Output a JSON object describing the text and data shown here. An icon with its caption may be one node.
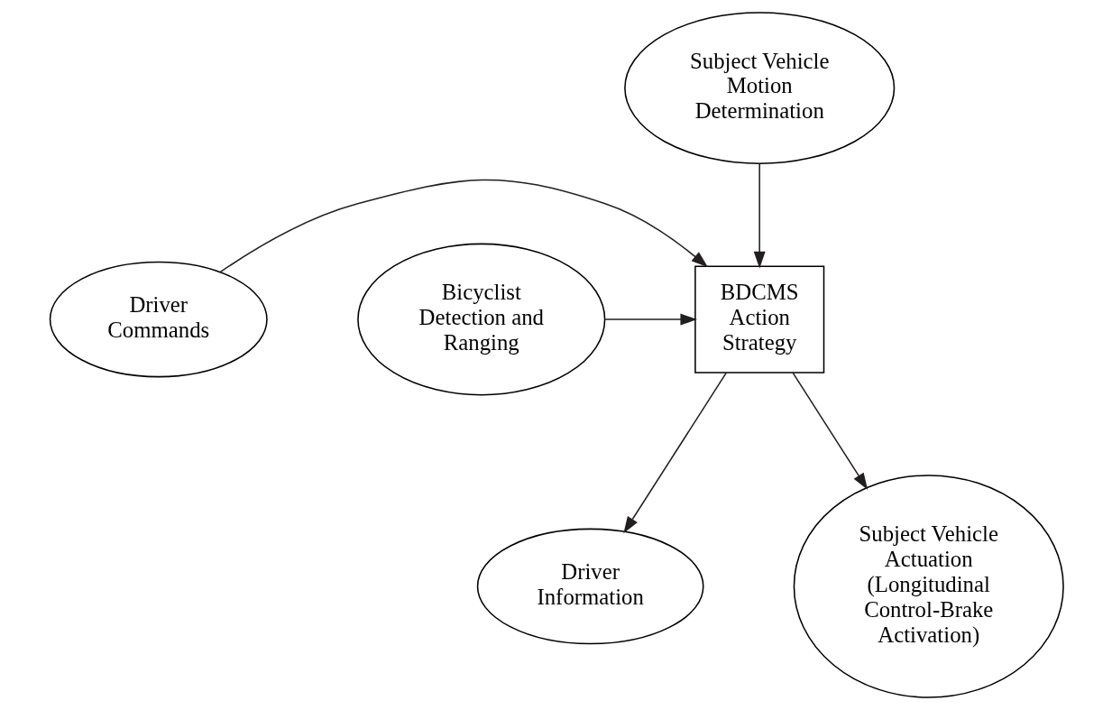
{
  "diagram": {
    "nodes": [
      {
        "text": [
          "Subject Vehicle Motion Determination"
        ]
      },
      {
        "text": [
          "Driver Commands"
        ]
      },
      {
        "text": [
          "Bicyclist Detection and Ranging"
        ]
      },
      {
        "text": [
          "BDCMS Action Strategy"
        ]
      },
      {
        "text": [
          "Driver Information"
        ]
      },
      {
        "text": [
          "Subject Vehicle Actuation (Longitudinal Control-Brake Activation)"
        ]
      }
    ],
    "edges": [
      {
        "from": 0,
        "to": 3,
        "arrow": "to"
      },
      {
        "from": 1,
        "to": 3,
        "arrow": "to"
      },
      {
        "from": 2,
        "to": 3,
        "arrow": "to"
      },
      {
        "from": 3,
        "to": 4,
        "arrow": "to"
      },
      {
        "from": 3,
        "to": 5,
        "arrow": "to"
      }
    ]
  }
}
